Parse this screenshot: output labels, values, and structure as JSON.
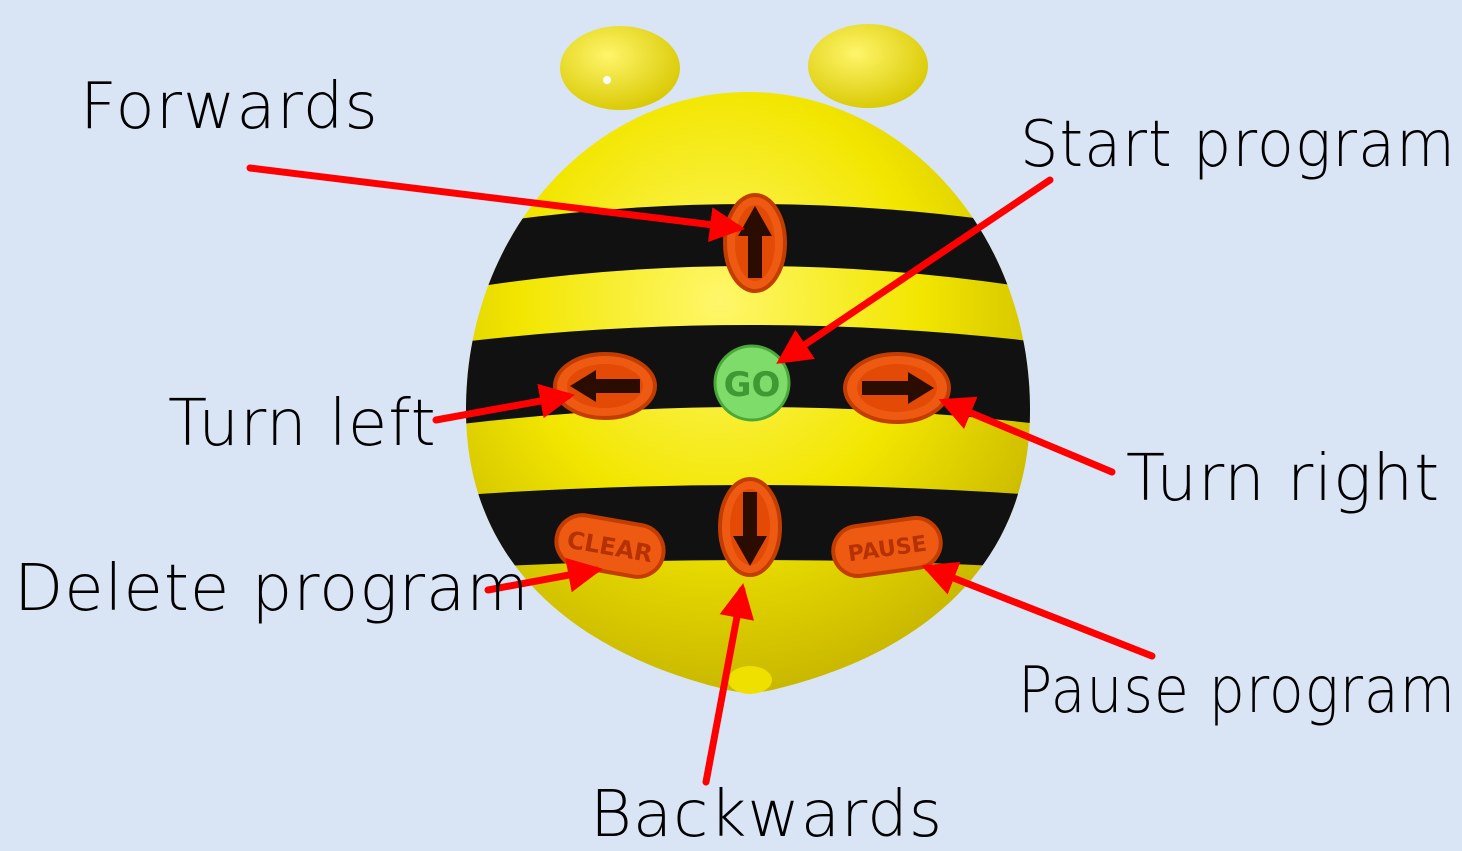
{
  "labels": {
    "forwards": "Forwards",
    "start_program": "Start program",
    "turn_left": "Turn left",
    "turn_right": "Turn right",
    "delete_program": "Delete program",
    "pause_program": "Pause program",
    "backwards": "Backwards"
  },
  "buttons": {
    "go": "GO",
    "clear": "CLEAR",
    "pause": "PAUSE"
  },
  "colors": {
    "background": "#d9e4f5",
    "arrow": "#ff0000",
    "body_yellow": "#f2e600",
    "stripe_black": "#111111",
    "button_orange": "#ee5a12",
    "go_green": "#7ddc6a"
  }
}
